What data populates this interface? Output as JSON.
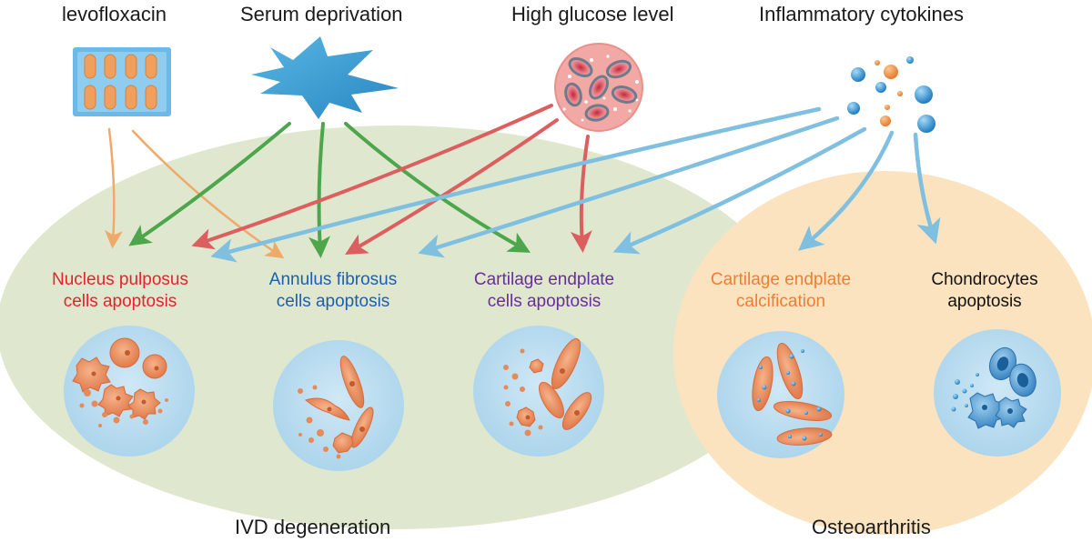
{
  "stimuli": {
    "levofloxacin": "levofloxacin",
    "serum": "Serum deprivation",
    "glucose": "High glucose level",
    "cytokines": "Inflammatory cytokines"
  },
  "outcomes": {
    "np_line1": "Nucleus pulposus",
    "np_line2": "cells apoptosis",
    "af_line1": "Annulus fibrosus",
    "af_line2": "cells apoptosis",
    "ce_line1": "Cartilage endplate",
    "ce_line2": "cells apoptosis",
    "calc_line1": "Cartilage endplate",
    "calc_line2": "calcification",
    "chon_line1": "Chondrocytes",
    "chon_line2": "apoptosis"
  },
  "groups": {
    "ivd": "IVD degeneration",
    "oa": "Osteoarthritis"
  },
  "colors": {
    "ivd_bg": "#dfe8cf",
    "oa_bg": "#fbe3c0",
    "levo_arrow": "#efaa6a",
    "serum_arrow": "#4da64b",
    "glucose_arrow": "#dd5e5e",
    "cytokine_arrow": "#7fbfe0",
    "np_text": "#e8202a",
    "af_text": "#1b5fb0",
    "ce_text": "#6a2d9c",
    "calc_text": "#ef7e32",
    "chon_text": "#111111"
  },
  "icons": [
    "pill-blister-icon",
    "serum-deprivation-icon",
    "glucose-blood-icon",
    "cytokine-particles-icon",
    "apoptotic-cells-icon"
  ]
}
